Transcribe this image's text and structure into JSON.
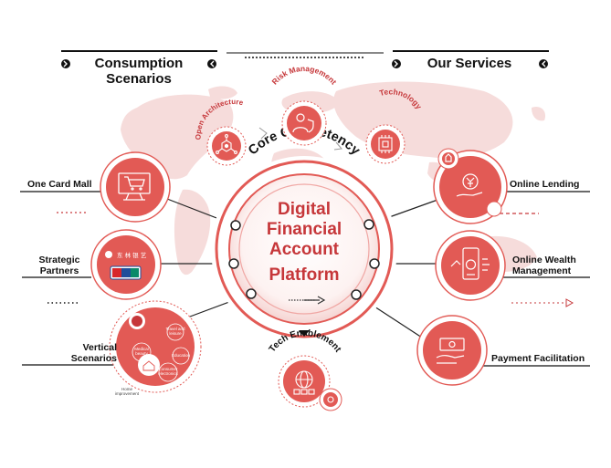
{
  "headers": {
    "left": "Consumption Scenarios",
    "right": "Our Services"
  },
  "core": {
    "ring_label": "Core Competency",
    "title_line1": "Digital",
    "title_line2": "Financial",
    "title_line3": "Account",
    "title_line4": "Platform"
  },
  "competencies": {
    "open_architecture": "Open Architecture",
    "risk_management": "Risk Management",
    "technology": "Technology",
    "tech_enablement": "Tech Enablement"
  },
  "left_nodes": {
    "one_card_mall": "One Card Mall",
    "strategic_partners_line1": "Strategic",
    "strategic_partners_line2": "Partners",
    "vertical_scenarios_line1": "Vertical",
    "vertical_scenarios_line2": "Scenarios"
  },
  "right_nodes": {
    "online_lending": "Online Lending",
    "online_wealth_line1": "Online Wealth",
    "online_wealth_line2": "Management",
    "payment_facilitation": "Payment Facilitation"
  },
  "vertical_sub": {
    "travel_leisure_line1": "Travel and",
    "travel_leisure_line2": "leisure",
    "medical_line1": "Medical",
    "medical_line2": "beauty",
    "education": "Education",
    "consumer_line1": "Consumer",
    "consumer_line2": "electronics",
    "home_line1": "Home",
    "home_line2": "improvement"
  },
  "colors": {
    "accent": "#e25a55",
    "accent_dark": "#c6373a",
    "map": "#f6dcdb",
    "line": "#222222"
  },
  "icons": {
    "open_architecture": "network-hub-icon",
    "risk_management": "person-shield-icon",
    "technology": "chip-icon",
    "tech_enablement": "globe-gear-icon",
    "one_card_mall": "shopping-cart-icon",
    "strategic_partners": "partner-logo-icon",
    "online_lending": "coin-hand-icon",
    "online_wealth": "phone-chart-icon",
    "payment_facilitation": "cash-hand-icon"
  }
}
